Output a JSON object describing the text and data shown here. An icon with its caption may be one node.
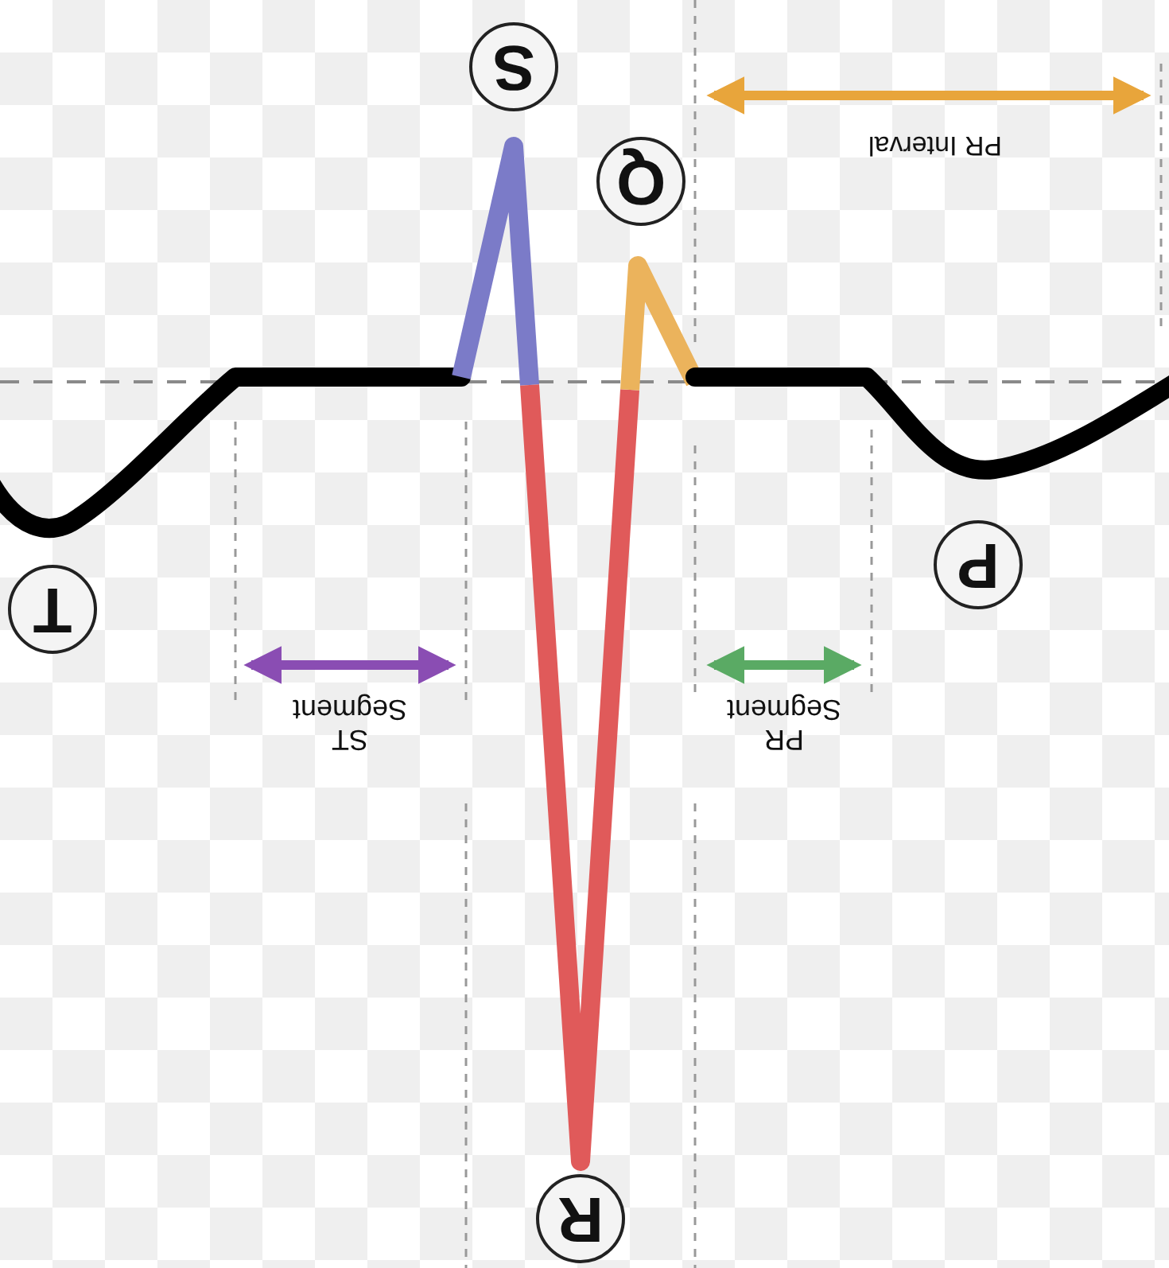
{
  "diagram": {
    "nodes": [
      {
        "text": [
          "S"
        ]
      },
      {
        "text": [
          "Q"
        ]
      },
      {
        "text": [
          "P"
        ]
      },
      {
        "text": [
          "T"
        ]
      },
      {
        "text": [
          "R"
        ]
      }
    ],
    "labels": [
      "PR Interval",
      "ST Segment",
      "PR Segment"
    ]
  }
}
